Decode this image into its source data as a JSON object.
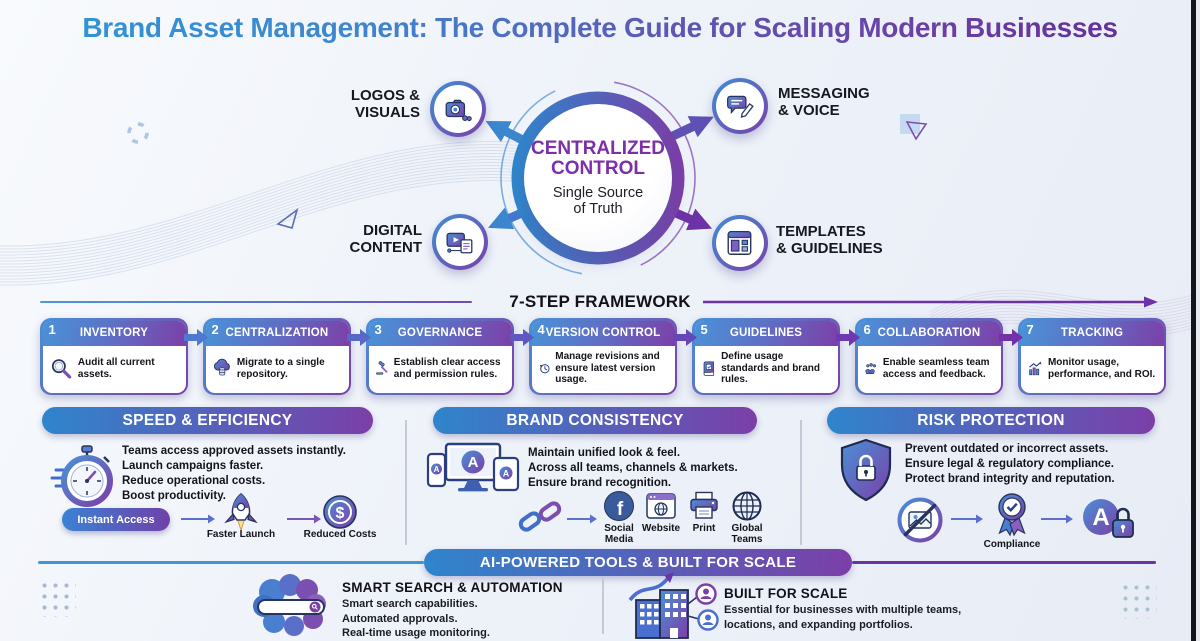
{
  "title": "Brand Asset Management: The Complete Guide for Scaling Modern Businesses",
  "hub": {
    "center_title": "CENTRALIZED\nCONTROL",
    "center_subtitle": "Single Source\nof Truth",
    "satellites": [
      {
        "label": "LOGOS &\nVISUALS",
        "icon": "camera-icon"
      },
      {
        "label": "MESSAGING\n& VOICE",
        "icon": "message-pen-icon"
      },
      {
        "label": "DIGITAL\nCONTENT",
        "icon": "video-content-icon"
      },
      {
        "label": "TEMPLATES\n& GUIDELINES",
        "icon": "template-icon"
      }
    ]
  },
  "framework": {
    "title": "7-STEP FRAMEWORK",
    "steps": [
      {
        "number": "1",
        "title": "INVENTORY",
        "description": "Audit all current assets.",
        "icon": "magnifier-icon"
      },
      {
        "number": "2",
        "title": "CENTRALIZATION",
        "description": "Migrate to a single repository.",
        "icon": "cloud-repository-icon"
      },
      {
        "number": "3",
        "title": "GOVERNANCE",
        "description": "Establish clear access and permission rules.",
        "icon": "gavel-icon"
      },
      {
        "number": "4",
        "title": "VERSION CONTROL",
        "description": "Manage revisions and ensure latest version usage.",
        "icon": "version-history-icon"
      },
      {
        "number": "5",
        "title": "GUIDELINES",
        "description": "Define usage standards and brand rules.",
        "icon": "rulebook-icon"
      },
      {
        "number": "6",
        "title": "COLLABORATION",
        "description": "Enable seamless team access and feedback.",
        "icon": "team-icon"
      },
      {
        "number": "7",
        "title": "TRACKING",
        "description": "Monitor usage, performance, and ROI.",
        "icon": "analytics-icon"
      }
    ]
  },
  "benefits": [
    {
      "title": "SPEED & EFFICIENCY",
      "icon": "stopwatch-icon",
      "lines": [
        "Teams access approved assets instantly.",
        "Launch campaigns faster.",
        "Reduce operational costs.",
        "Boost productivity."
      ],
      "flow": {
        "pill": "Instant Access",
        "step2": "Faster Launch",
        "step2_icon": "rocket-icon",
        "step3": "Reduced Costs",
        "step3_icon": "dollar-coin-icon"
      }
    },
    {
      "title": "BRAND CONSISTENCY",
      "icon": "devices-icon",
      "lines": [
        "Maintain unified look & feel.",
        "Across all teams, channels & markets.",
        "Ensure brand recognition."
      ],
      "link_icon": "chain-icon",
      "channels": [
        {
          "label": "Social\nMedia",
          "icon": "facebook-icon"
        },
        {
          "label": "Website",
          "icon": "website-icon"
        },
        {
          "label": "Print",
          "icon": "printer-icon"
        },
        {
          "label": "Global\nTeams",
          "icon": "globe-icon"
        }
      ]
    },
    {
      "title": "RISK PROTECTION",
      "icon": "shield-lock-icon",
      "lines": [
        "Prevent outdated or incorrect assets.",
        "Ensure legal & regulatory compliance.",
        "Protect brand integrity and reputation."
      ],
      "flow": {
        "step1_icon": "no-image-icon",
        "step2": "Compliance",
        "step2_icon": "compliance-badge-icon",
        "step3_icon": "brand-lock-icon"
      }
    }
  ],
  "footer": {
    "banner": "AI-POWERED TOOLS & BUILT FOR SCALE",
    "items": [
      {
        "title": "SMART SEARCH & AUTOMATION",
        "icon": "brain-search-icon",
        "lines": [
          "Smart search capabilities.",
          "Automated approvals.",
          "Real-time usage monitoring."
        ]
      },
      {
        "title": "BUILT FOR SCALE",
        "icon": "scaling-business-icon",
        "lines": [
          "Essential for businesses with multiple teams,",
          "locations, and expanding portfolios."
        ]
      }
    ]
  },
  "icon_glyphs": {
    "brand_letter": "A",
    "dollar": "$",
    "facebook": "f"
  },
  "colors": {
    "accent_blue": "#2f8ccf",
    "accent_purple": "#7b3fa8",
    "title_blue": "#2e96d8",
    "title_purple": "#5f2b94",
    "background": "#eef1f8",
    "text_dark": "#16161f"
  }
}
